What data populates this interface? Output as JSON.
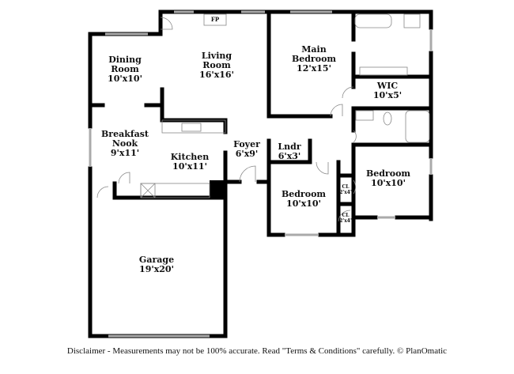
{
  "rooms": {
    "dining": {
      "name": "Dining Room",
      "line1": "Dining",
      "line2": "Room",
      "size": "10'x10'"
    },
    "living": {
      "line1": "Living",
      "line2": "Room",
      "size": "16'x16'"
    },
    "main_bedroom": {
      "line1": "Main",
      "line2": "Bedroom",
      "size": "12'x15'"
    },
    "wic": {
      "line1": "WIC",
      "size": "10'x5'"
    },
    "breakfast": {
      "line1": "Breakfast",
      "line2": "Nook",
      "size": "9'x11'"
    },
    "kitchen": {
      "line1": "Kitchen",
      "size": "10'x11'"
    },
    "foyer": {
      "line1": "Foyer",
      "size": "6'x9'"
    },
    "laundry": {
      "line1": "Lndr",
      "size": "6'x3'"
    },
    "bedroom_a": {
      "line1": "Bedroom",
      "size": "10'x10'"
    },
    "bedroom_b": {
      "line1": "Bedroom",
      "size": "10'x10'"
    },
    "closet_a": {
      "line1": "CL",
      "size": "2'x4'"
    },
    "closet_b": {
      "line1": "CL",
      "size": "2'x4'"
    },
    "garage": {
      "line1": "Garage",
      "size": "19'x20'"
    }
  },
  "fireplace": "FP",
  "disclaimer": "Disclaimer - Measurements may not be 100% accurate. Read \"Terms & Conditions\" carefully. © PlanOmatic",
  "colors": {
    "wall": "#000000",
    "window": "#d8d8d8",
    "fixture": "#888888"
  }
}
